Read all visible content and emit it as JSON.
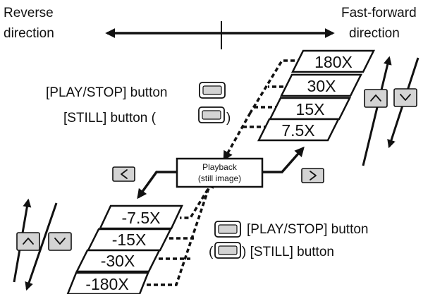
{
  "header": {
    "reverse_line1": "Reverse",
    "reverse_line2": "direction",
    "forward_line1": "Fast-forward",
    "forward_line2": "direction"
  },
  "center": {
    "line1": "Playback",
    "line2": "(still image)"
  },
  "forward_speeds": [
    "180X",
    "30X",
    "15X",
    "7.5X"
  ],
  "reverse_speeds": [
    "-7.5X",
    "-15X",
    "-30X",
    "-180X"
  ],
  "upper_labels": {
    "play_stop": "[PLAY/STOP] button",
    "still": "[STILL] button (",
    "still_close": ")"
  },
  "lower_labels": {
    "play_stop": "[PLAY/STOP] button",
    "still_open": "(",
    "still": ") [STILL] button"
  },
  "icons": {
    "left_key": "chevron-left-icon",
    "right_key": "chevron-right-icon",
    "up_key": "chevron-up-icon",
    "down_key": "chevron-down-icon",
    "small_button": "button-icon"
  }
}
